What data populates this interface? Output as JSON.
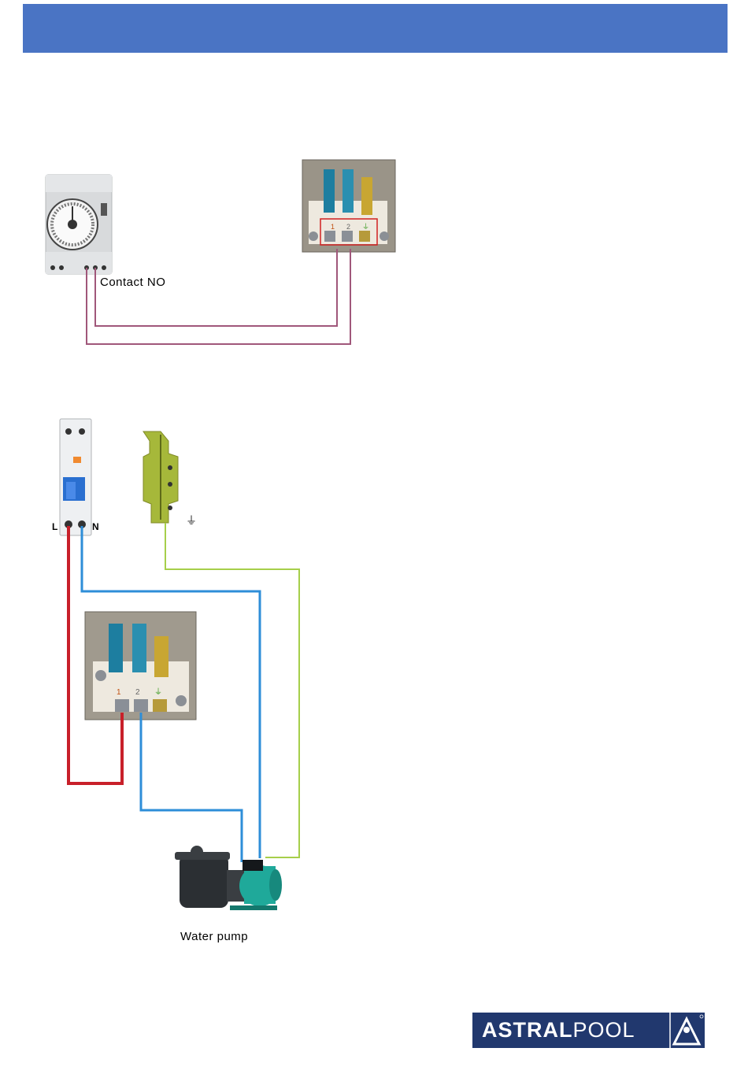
{
  "header": {
    "bar_color": "#4a74c4"
  },
  "diagram1": {
    "contact_label": "Contact NO",
    "terminals": [
      "1",
      "2",
      "⏚"
    ]
  },
  "diagram2": {
    "breaker_left_label": "L",
    "breaker_right_label": "N",
    "earth_symbol": "⏚",
    "pump_label": "Water pump",
    "terminals": [
      "1",
      "2",
      "⏚"
    ]
  },
  "wire_colors": {
    "timer_wire": "#a0577a",
    "live": "#c8202a",
    "neutral": "#2e8ed8",
    "earth": "#a6cf4a"
  },
  "logo": {
    "text_bold": "ASTRAL",
    "text_light": "POOL",
    "background": "#21386e"
  }
}
